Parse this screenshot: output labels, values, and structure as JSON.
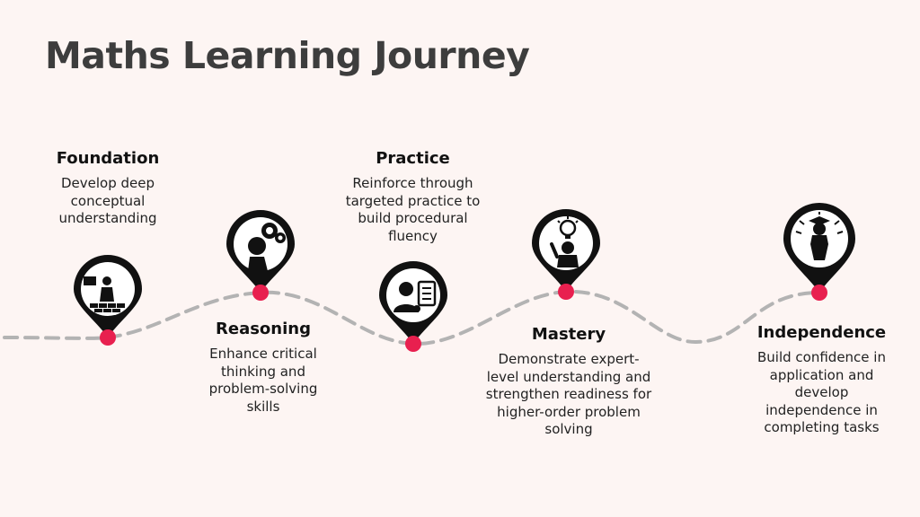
{
  "page": {
    "title": "Maths Learning Journey"
  },
  "colors": {
    "background": "#fdf5f3",
    "pin": "#111111",
    "pin_inner": "#ffffff",
    "dot": "#e8204f",
    "path": "#b3b3b3",
    "title": "#3d3d3d"
  },
  "stages": [
    {
      "name": "Foundation",
      "description": "Develop deep conceptual understanding",
      "icon": "builder-bricks-icon"
    },
    {
      "name": "Reasoning",
      "description": "Enhance critical thinking and problem-solving skills",
      "icon": "thinking-gears-icon"
    },
    {
      "name": "Practice",
      "description": "Reinforce through targeted practice to build procedural fluency",
      "icon": "checklist-student-icon"
    },
    {
      "name": "Mastery",
      "description": "Demonstrate expert-level understanding and strengthen readiness for higher-order problem solving",
      "icon": "lightbulb-idea-icon"
    },
    {
      "name": "Independence",
      "description": "Build confidence in application and develop independence in completing tasks",
      "icon": "graduate-celebration-icon"
    }
  ]
}
